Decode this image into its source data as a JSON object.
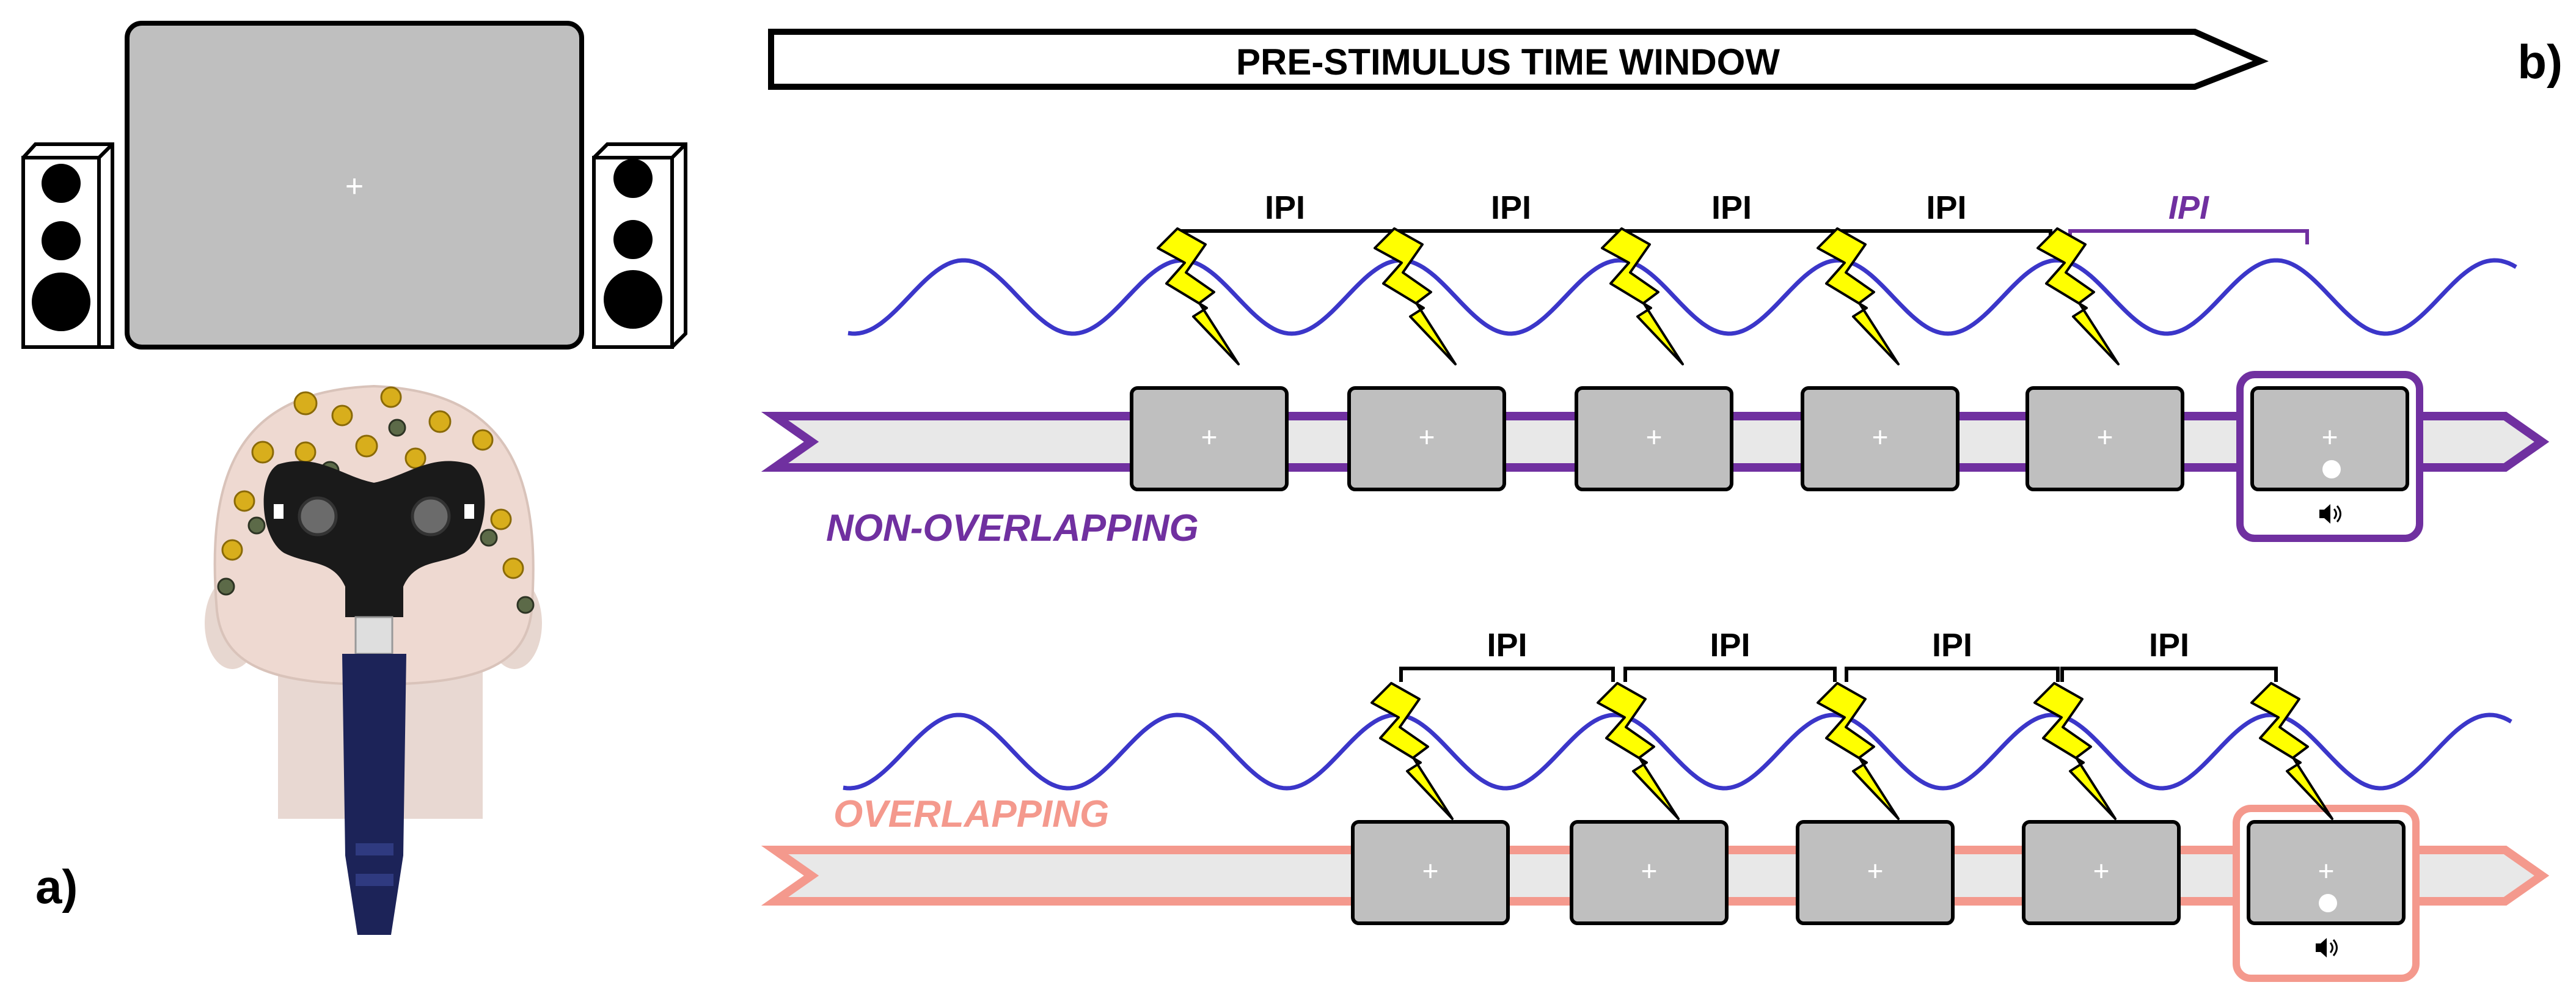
{
  "panel_labels": {
    "a": "a)",
    "b": "b)"
  },
  "window_label": "PRE-STIMULUS TIME WINDOW",
  "fixation_symbol": "+",
  "sound_icon": "speaker-icon",
  "colors": {
    "non_overlapping": "#7030a0",
    "overlapping": "#f4998d",
    "wave": "#3b36c9",
    "lightning": "#ffff00",
    "screen_gray": "#bfbfbf",
    "track_fill": "#e8e8e8"
  },
  "conditions": [
    {
      "id": "non_overlapping",
      "label": "NON-OVERLAPPING",
      "ipi_labels": [
        "IPI",
        "IPI",
        "IPI",
        "IPI",
        "IPI"
      ],
      "pulses": 5,
      "screens": 6,
      "target_index": 5
    },
    {
      "id": "overlapping",
      "label": "OVERLAPPING",
      "ipi_labels": [
        "IPI",
        "IPI",
        "IPI",
        "IPI"
      ],
      "pulses": 5,
      "screens": 5,
      "target_index": 4
    }
  ]
}
